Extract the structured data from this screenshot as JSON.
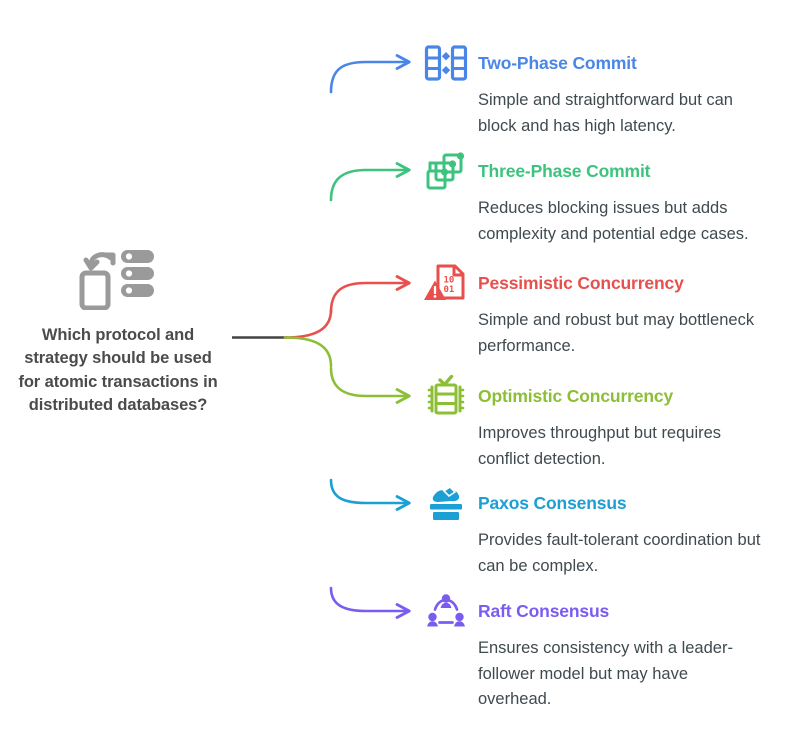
{
  "diagram": {
    "type": "mind-map",
    "background_color": "#ffffff",
    "root": {
      "label": "Which protocol and strategy should be used for atomic transactions in distributed databases?",
      "icon": "mobile-sync-server-icon",
      "icon_color": "#9a9a9a",
      "text_color": "#4b4b4b",
      "stem_color": "#434343"
    },
    "branches": [
      {
        "title": "Two-Phase Commit",
        "description": "Simple and straightforward but can block and has high latency.",
        "color": "#4a86e8",
        "icon": "two-column-sync-icon"
      },
      {
        "title": "Three-Phase Commit",
        "description": "Reduces blocking issues but adds complexity and potential edge cases.",
        "color": "#3dc37e",
        "icon": "stacked-nodes-icon"
      },
      {
        "title": "Pessimistic Concurrency",
        "description": "Simple and robust but may bottleneck performance.",
        "color": "#e8504d",
        "icon": "binary-document-warning-icon"
      },
      {
        "title": "Optimistic Concurrency",
        "description": "Improves throughput but requires conflict detection.",
        "color": "#8cbf36",
        "icon": "server-rack-check-icon"
      },
      {
        "title": "Paxos Consensus",
        "description": "Provides fault-tolerant coordination but can be complex.",
        "color": "#1b9fd4",
        "icon": "podium-handshake-icon"
      },
      {
        "title": "Raft Consensus",
        "description": "Ensures consistency with a leader-follower model but may have overhead.",
        "color": "#7b5cf0",
        "icon": "three-person-network-icon"
      }
    ]
  }
}
